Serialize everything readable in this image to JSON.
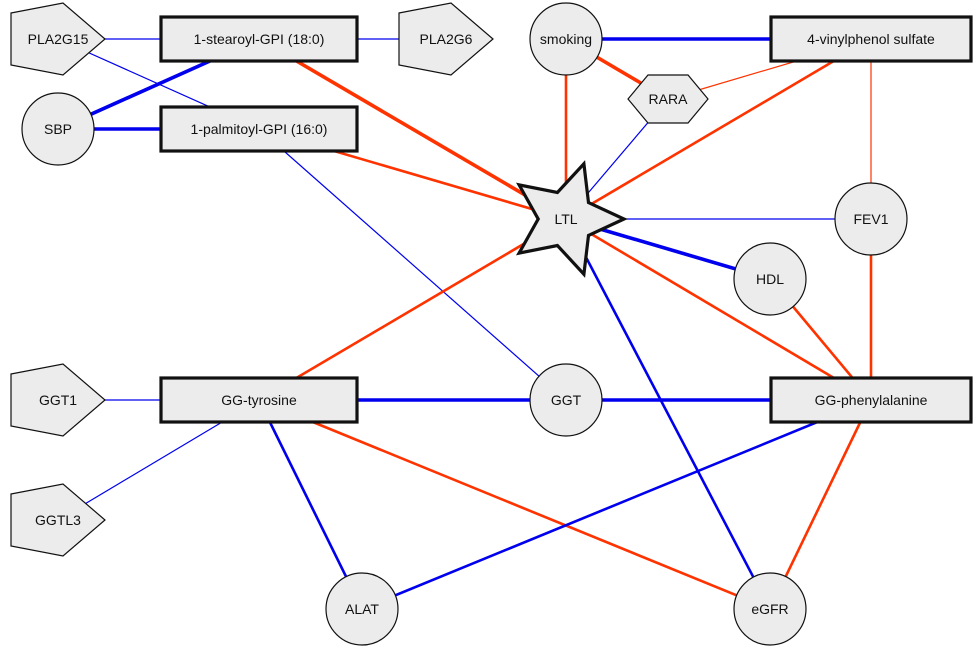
{
  "diagram": {
    "title": "",
    "colors": {
      "positive": "#ff3300",
      "negative": "#0000ee",
      "node_fill": "#ececec",
      "node_stroke": "#111111"
    },
    "nodes": [
      {
        "id": "PLA2G15",
        "label": "PLA2G15",
        "type": "gene"
      },
      {
        "id": "stearoyl",
        "label": "1-stearoyl-GPI (18:0)",
        "type": "metabolite"
      },
      {
        "id": "PLA2G6",
        "label": "PLA2G6",
        "type": "gene"
      },
      {
        "id": "SBP",
        "label": "SBP",
        "type": "phenotype"
      },
      {
        "id": "palmitoyl",
        "label": "1-palmitoyl-GPI (16:0)",
        "type": "metabolite"
      },
      {
        "id": "smoking",
        "label": "smoking",
        "type": "phenotype"
      },
      {
        "id": "RARA",
        "label": "RARA",
        "type": "protein"
      },
      {
        "id": "vinyl",
        "label": "4-vinylphenol sulfate",
        "type": "metabolite"
      },
      {
        "id": "LTL",
        "label": "LTL",
        "type": "trait"
      },
      {
        "id": "FEV1",
        "label": "FEV1",
        "type": "phenotype"
      },
      {
        "id": "HDL",
        "label": "HDL",
        "type": "phenotype"
      },
      {
        "id": "GGT1",
        "label": "GGT1",
        "type": "gene"
      },
      {
        "id": "GGtyr",
        "label": "GG-tyrosine",
        "type": "metabolite"
      },
      {
        "id": "GGT",
        "label": "GGT",
        "type": "phenotype"
      },
      {
        "id": "GGphe",
        "label": "GG-phenylalanine",
        "type": "metabolite"
      },
      {
        "id": "GGTL3",
        "label": "GGTL3",
        "type": "gene"
      },
      {
        "id": "ALAT",
        "label": "ALAT",
        "type": "phenotype"
      },
      {
        "id": "eGFR",
        "label": "eGFR",
        "type": "phenotype"
      }
    ],
    "edges": [
      {
        "source": "PLA2G15",
        "target": "stearoyl",
        "sign": "negative",
        "strength": "weak"
      },
      {
        "source": "PLA2G15",
        "target": "palmitoyl",
        "sign": "negative",
        "strength": "weak"
      },
      {
        "source": "stearoyl",
        "target": "PLA2G6",
        "sign": "negative",
        "strength": "weak"
      },
      {
        "source": "SBP",
        "target": "stearoyl",
        "sign": "negative",
        "strength": "strong"
      },
      {
        "source": "SBP",
        "target": "palmitoyl",
        "sign": "negative",
        "strength": "strong"
      },
      {
        "source": "stearoyl",
        "target": "LTL",
        "sign": "positive",
        "strength": "strong"
      },
      {
        "source": "palmitoyl",
        "target": "LTL",
        "sign": "positive",
        "strength": "medium"
      },
      {
        "source": "palmitoyl",
        "target": "GGT",
        "sign": "negative",
        "strength": "weak"
      },
      {
        "source": "smoking",
        "target": "vinyl",
        "sign": "negative",
        "strength": "strong"
      },
      {
        "source": "smoking",
        "target": "RARA",
        "sign": "positive",
        "strength": "strong"
      },
      {
        "source": "smoking",
        "target": "LTL",
        "sign": "positive",
        "strength": "medium"
      },
      {
        "source": "RARA",
        "target": "vinyl",
        "sign": "positive",
        "strength": "weak"
      },
      {
        "source": "RARA",
        "target": "LTL",
        "sign": "negative",
        "strength": "weak"
      },
      {
        "source": "vinyl",
        "target": "LTL",
        "sign": "positive",
        "strength": "medium"
      },
      {
        "source": "vinyl",
        "target": "FEV1",
        "sign": "positive",
        "strength": "weak"
      },
      {
        "source": "LTL",
        "target": "FEV1",
        "sign": "negative",
        "strength": "weak"
      },
      {
        "source": "LTL",
        "target": "HDL",
        "sign": "negative",
        "strength": "strong"
      },
      {
        "source": "LTL",
        "target": "GGphe",
        "sign": "positive",
        "strength": "medium"
      },
      {
        "source": "LTL",
        "target": "GGtyr",
        "sign": "positive",
        "strength": "medium"
      },
      {
        "source": "LTL",
        "target": "eGFR",
        "sign": "negative",
        "strength": "medium"
      },
      {
        "source": "FEV1",
        "target": "GGphe",
        "sign": "positive",
        "strength": "medium"
      },
      {
        "source": "HDL",
        "target": "GGphe",
        "sign": "positive",
        "strength": "medium"
      },
      {
        "source": "GGT1",
        "target": "GGtyr",
        "sign": "negative",
        "strength": "weak"
      },
      {
        "source": "GGTL3",
        "target": "GGtyr",
        "sign": "negative",
        "strength": "weak"
      },
      {
        "source": "GGtyr",
        "target": "GGT",
        "sign": "negative",
        "strength": "strong"
      },
      {
        "source": "GGT",
        "target": "GGphe",
        "sign": "negative",
        "strength": "strong"
      },
      {
        "source": "GGtyr",
        "target": "ALAT",
        "sign": "negative",
        "strength": "medium"
      },
      {
        "source": "GGtyr",
        "target": "eGFR",
        "sign": "positive",
        "strength": "medium"
      },
      {
        "source": "GGphe",
        "target": "ALAT",
        "sign": "negative",
        "strength": "medium"
      },
      {
        "source": "GGphe",
        "target": "eGFR",
        "sign": "positive",
        "strength": "medium"
      }
    ]
  }
}
